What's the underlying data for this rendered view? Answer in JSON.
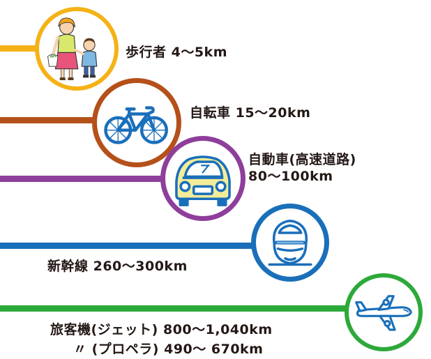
{
  "colors": {
    "walker": "#f5b217",
    "bicycle": "#b5501a",
    "car": "#8e3e9b",
    "shinkansen": "#1a6fba",
    "airplane": "#2da93a"
  },
  "modes": [
    {
      "id": "walker",
      "label": "歩行者 4〜5km",
      "icon": "pedestrians-icon"
    },
    {
      "id": "bicycle",
      "label": "自転車 15〜20km",
      "icon": "bicycle-icon"
    },
    {
      "id": "car",
      "label_line1": "自動車(高速道路)",
      "label_line2": "80〜100km",
      "icon": "car-icon"
    },
    {
      "id": "shinkansen",
      "label": "新幹線 260〜300km",
      "icon": "bullet-train-icon"
    },
    {
      "id": "airplane",
      "label_line1": "旅客機(ジェット) 800〜1,040km",
      "label_line2": "〃 (プロペラ) 490〜 670km",
      "icon": "airplane-icon"
    }
  ]
}
